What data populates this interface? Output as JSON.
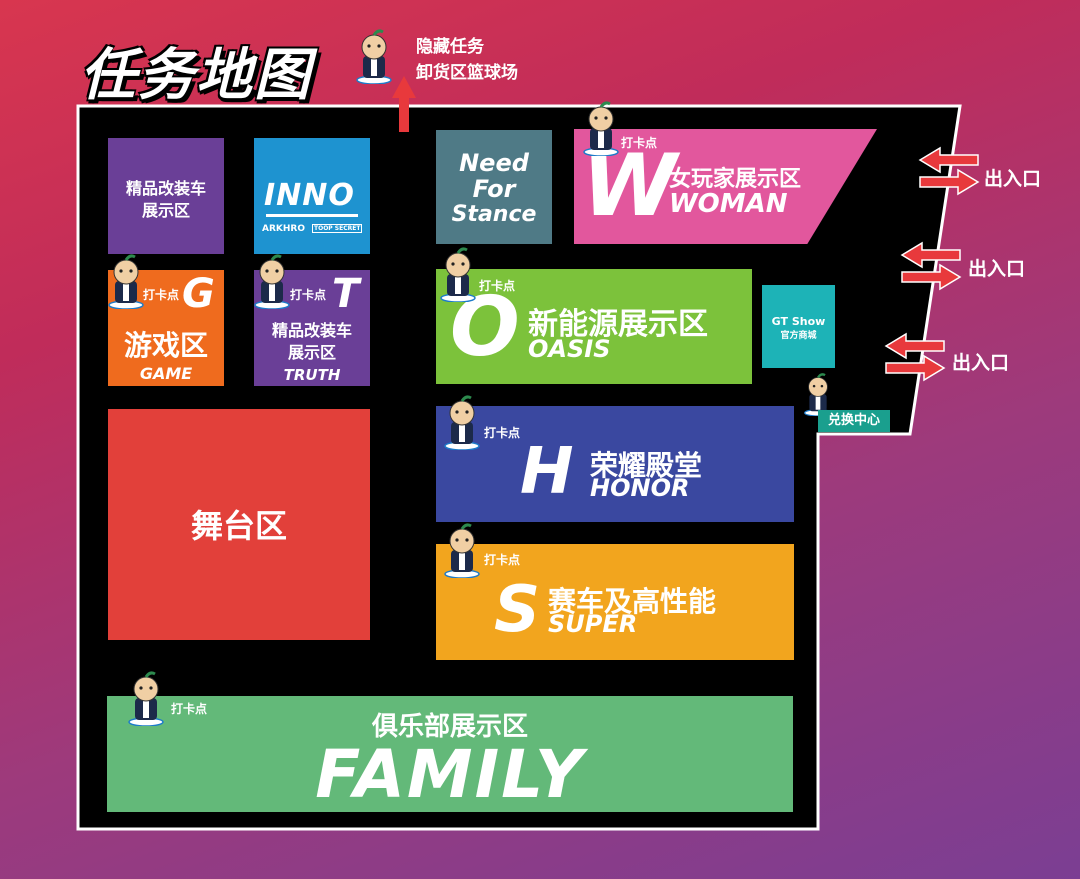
{
  "title": "任务地图",
  "hidden_mission": {
    "line1": "隐藏任务",
    "line2": "卸货区篮球场"
  },
  "checkin_label": "打卡点",
  "exit_label": "出入口",
  "exchange_center": "兑换中心",
  "gt_show": {
    "line1": "GT Show",
    "line2": "官方商城"
  },
  "zones": {
    "premium_mod": {
      "line1": "精品改装车",
      "line2": "展示区"
    },
    "inno": {
      "logo": "INNO",
      "sub1": "ARKHRO",
      "sub2": "TOOP SECRET"
    },
    "need_for_stance": {
      "line1": "Need",
      "line2": "For",
      "line3": "Stance"
    },
    "woman": {
      "letter": "W",
      "cn": "女玩家展示区",
      "en": "WOMAN"
    },
    "game": {
      "letter": "G",
      "cn": "游戏区",
      "en": "GAME"
    },
    "truth": {
      "letter": "T",
      "cn1": "精品改装车",
      "cn2": "展示区",
      "en": "TRUTH"
    },
    "oasis": {
      "letter": "O",
      "cn": "新能源展示区",
      "en": "OASIS"
    },
    "stage": {
      "cn": "舞台区"
    },
    "honor": {
      "letter": "H",
      "cn": "荣耀殿堂",
      "en": "HONOR"
    },
    "super": {
      "letter": "S",
      "cn": "赛车及高性能",
      "en": "SUPER"
    },
    "family": {
      "cn": "俱乐部展示区",
      "en": "FAMILY"
    }
  },
  "colors": {
    "premium_mod": "#6a3f97",
    "inno": "#1e93d0",
    "need_for_stance": "#4f7a86",
    "woman": "#e2579d",
    "game": "#ef6b1e",
    "truth": "#6a3f97",
    "oasis": "#7cc23b",
    "gt_show": "#1db3b7",
    "stage": "#e2403a",
    "honor": "#3a48a0",
    "super": "#f2a51e",
    "family": "#63b979",
    "arrow": "#e8393c",
    "floor": "#000000"
  }
}
